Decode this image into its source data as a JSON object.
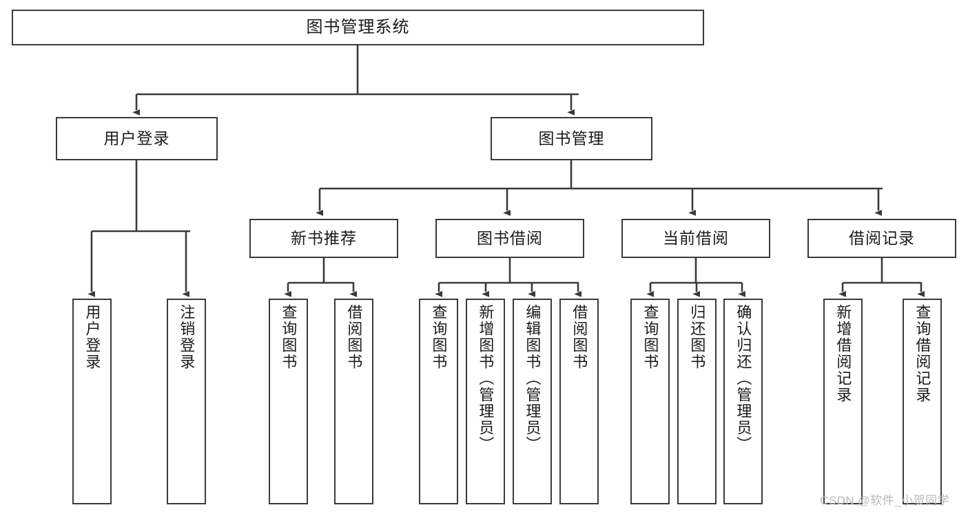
{
  "diagram": {
    "title": "图书管理系统",
    "type": "tree",
    "watermark": "CSDN @软件_小贺同学",
    "colors": {
      "box_border": "#3a3a3a",
      "box_fill": "#ffffff",
      "edge": "#3a3a3a",
      "text": "#1b1b1b",
      "watermark": "#b9b9b9",
      "background": "#ffffff"
    },
    "nodes": {
      "root": {
        "label": "图书管理系统"
      },
      "level1": [
        {
          "id": "user-login",
          "label": "用户登录"
        },
        {
          "id": "book-manage",
          "label": "图书管理"
        }
      ],
      "level2": [
        {
          "id": "new-book-recommend",
          "label": "新书推荐"
        },
        {
          "id": "book-borrow",
          "label": "图书借阅"
        },
        {
          "id": "current-borrow",
          "label": "当前借阅"
        },
        {
          "id": "borrow-record",
          "label": "借阅记录"
        }
      ],
      "leaves": [
        {
          "id": "leaf-user-login",
          "label": "用户登录",
          "parent": "user-login"
        },
        {
          "id": "leaf-user-logout",
          "label": "注销登录",
          "parent": "user-login"
        },
        {
          "id": "leaf-query-book-1",
          "label": "查询图书",
          "parent": "new-book-recommend"
        },
        {
          "id": "leaf-borrow-book-1",
          "label": "借阅图书",
          "parent": "new-book-recommend"
        },
        {
          "id": "leaf-query-book-2",
          "label": "查询图书",
          "parent": "book-borrow"
        },
        {
          "id": "leaf-add-book",
          "label": "新增图书（管理员）",
          "parent": "book-borrow"
        },
        {
          "id": "leaf-edit-book",
          "label": "编辑图书（管理员）",
          "parent": "book-borrow"
        },
        {
          "id": "leaf-borrow-book-2",
          "label": "借阅图书",
          "parent": "book-borrow"
        },
        {
          "id": "leaf-query-book-3",
          "label": "查询图书",
          "parent": "current-borrow"
        },
        {
          "id": "leaf-return-book",
          "label": "归还图书",
          "parent": "current-borrow"
        },
        {
          "id": "leaf-confirm-return",
          "label": "确认归还（管理员）",
          "parent": "current-borrow"
        },
        {
          "id": "leaf-add-record",
          "label": "新增借阅记录",
          "parent": "borrow-record"
        },
        {
          "id": "leaf-query-record",
          "label": "查询借阅记录",
          "parent": "borrow-record"
        }
      ]
    }
  }
}
